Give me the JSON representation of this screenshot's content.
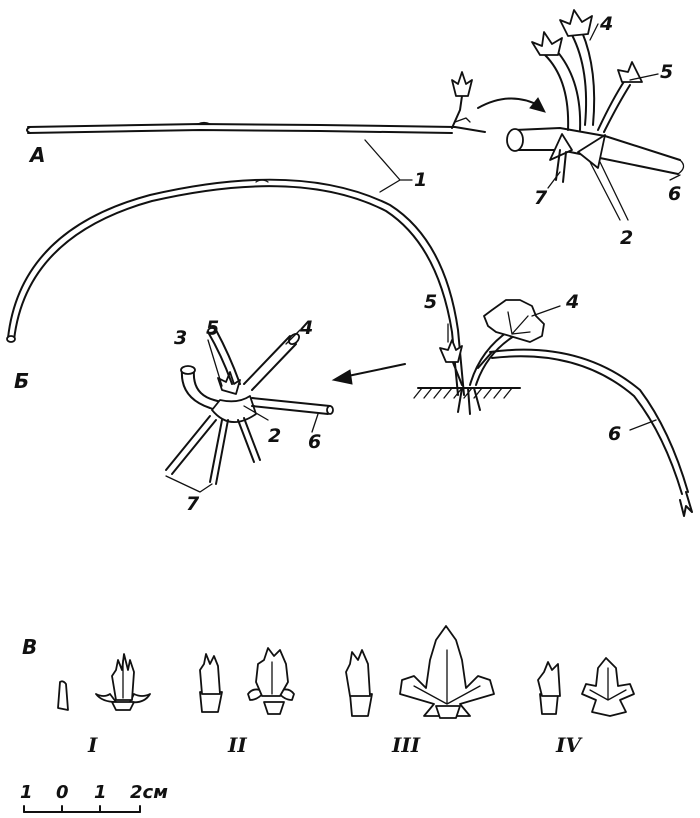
{
  "sections": {
    "a": "А",
    "b": "Б",
    "v": "В"
  },
  "labels": {
    "n1": "1",
    "n2_a": "2",
    "n4_a": "4",
    "n5_a": "5",
    "n6_a": "6",
    "n7_a": "7",
    "n3_b": "3",
    "n5_b": "5",
    "n4_b": "4",
    "n2_b": "2",
    "n6_b": "6",
    "n7_b": "7",
    "n5_c": "5",
    "n4_c": "4",
    "n6_c": "6"
  },
  "stages": [
    "I",
    "II",
    "III",
    "IV"
  ],
  "scale": {
    "t1": "1",
    "t0": "0",
    "t1b": "1",
    "t2": "2см"
  }
}
